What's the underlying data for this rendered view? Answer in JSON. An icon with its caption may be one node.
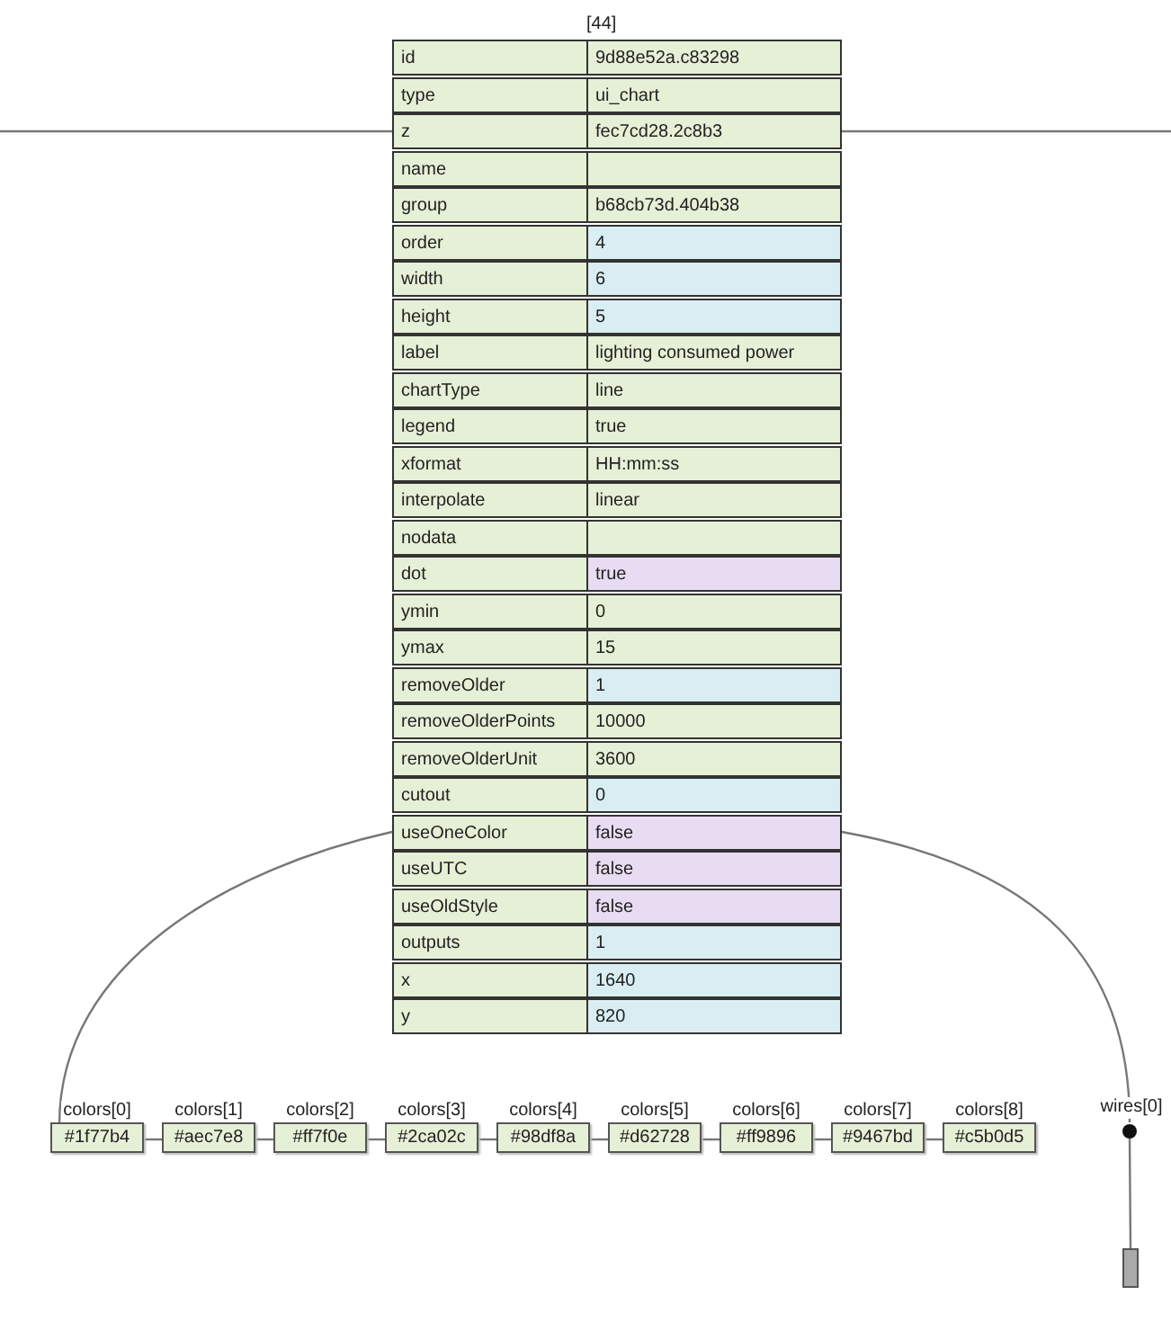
{
  "diagram": {
    "nodes": [
      {
        "text": [
          "[44]"
        ]
      },
      {
        "text": [
          "id",
          "9d88e52a.c83298"
        ],
        "in": 0
      },
      {
        "text": [
          "type",
          "ui_chart"
        ],
        "in": 0
      },
      {
        "text": [
          "z",
          "fec7cd28.2c8b3"
        ],
        "in": 0
      },
      {
        "text": [
          "name"
        ],
        "in": 0
      },
      {
        "text": [
          "group",
          "b68cb73d.404b38"
        ],
        "in": 0
      },
      {
        "text": [
          "order",
          "4"
        ],
        "in": 0
      },
      {
        "text": [
          "width",
          "6"
        ],
        "in": 0
      },
      {
        "text": [
          "height",
          "5"
        ],
        "in": 0
      },
      {
        "text": [
          "label",
          "lighting consumed power"
        ],
        "in": 0
      },
      {
        "text": [
          "chartType",
          "line"
        ],
        "in": 0
      },
      {
        "text": [
          "legend",
          "true"
        ],
        "in": 0
      },
      {
        "text": [
          "xformat",
          "HH:mm:ss"
        ],
        "in": 0
      },
      {
        "text": [
          "interpolate",
          "linear"
        ],
        "in": 0
      },
      {
        "text": [
          "nodata"
        ],
        "in": 0
      },
      {
        "text": [
          "dot",
          "true"
        ],
        "in": 0
      },
      {
        "text": [
          "ymin",
          "0"
        ],
        "in": 0
      },
      {
        "text": [
          "ymax",
          "15"
        ],
        "in": 0
      },
      {
        "text": [
          "removeOlder",
          "1"
        ],
        "in": 0
      },
      {
        "text": [
          "removeOlderPoints",
          "10000"
        ],
        "in": 0
      },
      {
        "text": [
          "removeOlderUnit",
          "3600"
        ],
        "in": 0
      },
      {
        "text": [
          "cutout",
          "0"
        ],
        "in": 0
      },
      {
        "text": [
          "useOneColor",
          "false"
        ],
        "in": 0
      },
      {
        "text": [
          "useUTC",
          "false"
        ],
        "in": 0
      },
      {
        "text": [
          "useOldStyle",
          "false"
        ],
        "in": 0
      },
      {
        "text": [
          "outputs",
          "1"
        ],
        "in": 0
      },
      {
        "text": [
          "x",
          "1640"
        ],
        "in": 0
      },
      {
        "text": [
          "y",
          "820"
        ],
        "in": 0
      },
      {
        "text": [
          "#1f77b4"
        ],
        "beside": [
          "colors[0]"
        ]
      },
      {
        "text": [
          "#aec7e8"
        ],
        "beside": [
          "colors[1]"
        ]
      },
      {
        "text": [
          "#ff7f0e"
        ],
        "beside": [
          "colors[2]"
        ]
      },
      {
        "text": [
          "#2ca02c"
        ],
        "beside": [
          "colors[3]"
        ]
      },
      {
        "text": [
          "#98df8a"
        ],
        "beside": [
          "colors[4]"
        ]
      },
      {
        "text": [
          "#d62728"
        ],
        "beside": [
          "colors[5]"
        ]
      },
      {
        "text": [
          "#ff9896"
        ],
        "beside": [
          "colors[6]"
        ]
      },
      {
        "text": [
          "#9467bd"
        ],
        "beside": [
          "colors[7]"
        ]
      },
      {
        "text": [
          "#c5b0d5"
        ],
        "beside": [
          "colors[8]"
        ]
      },
      {
        "text": [],
        "shape": "circle",
        "beside": [
          "wires[0]"
        ]
      },
      {
        "text": [],
        "shape": "box"
      }
    ],
    "edges": [
      {
        "from": null,
        "to": 3,
        "arrow": "none"
      },
      {
        "from": 3,
        "to": null,
        "arrow": "none"
      },
      {
        "from": 22,
        "to": 28,
        "arrow": "none"
      },
      {
        "from": 22,
        "to": 37,
        "arrow": "none"
      },
      {
        "from": 28,
        "to": 29,
        "arrow": "none"
      },
      {
        "from": 29,
        "to": 30,
        "arrow": "none"
      },
      {
        "from": 30,
        "to": 31,
        "arrow": "none"
      },
      {
        "from": 31,
        "to": 32,
        "arrow": "none"
      },
      {
        "from": 32,
        "to": 33,
        "arrow": "none"
      },
      {
        "from": 33,
        "to": 34,
        "arrow": "none"
      },
      {
        "from": 34,
        "to": 35,
        "arrow": "none"
      },
      {
        "from": 35,
        "to": 36,
        "arrow": "none"
      },
      {
        "from": 37,
        "to": 38,
        "arrow": "none"
      }
    ]
  }
}
